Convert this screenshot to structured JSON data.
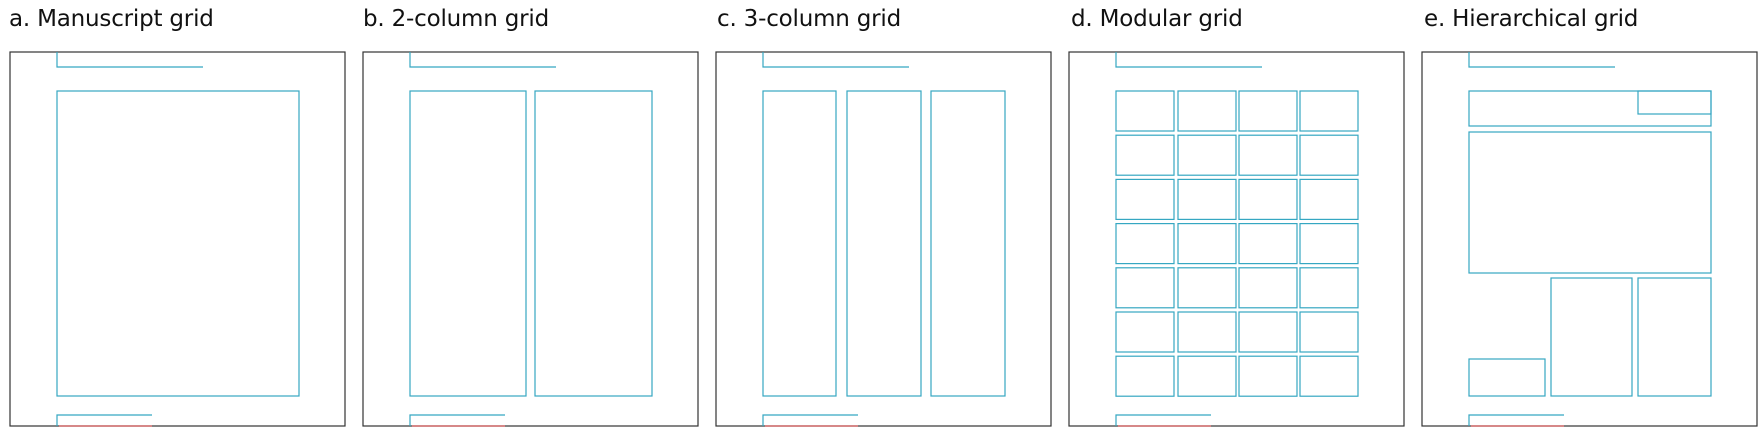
{
  "panels": [
    {
      "key": "a",
      "title": "a. Manuscript grid"
    },
    {
      "key": "b",
      "title": "b. 2-column grid"
    },
    {
      "key": "c",
      "title": "c. 3-column grid"
    },
    {
      "key": "d",
      "title": "d. Modular grid"
    },
    {
      "key": "e",
      "title": "e. Hierarchical grid"
    }
  ],
  "colors": {
    "page_border": "#333333",
    "grid_line": "#35a7c2",
    "footer_accent": "#d63b3b"
  }
}
